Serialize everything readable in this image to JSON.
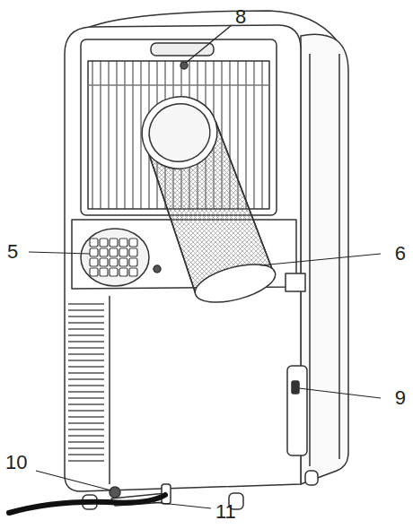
{
  "diagram": {
    "labels": [
      "8",
      "5",
      "6",
      "9",
      "10",
      "11"
    ]
  }
}
